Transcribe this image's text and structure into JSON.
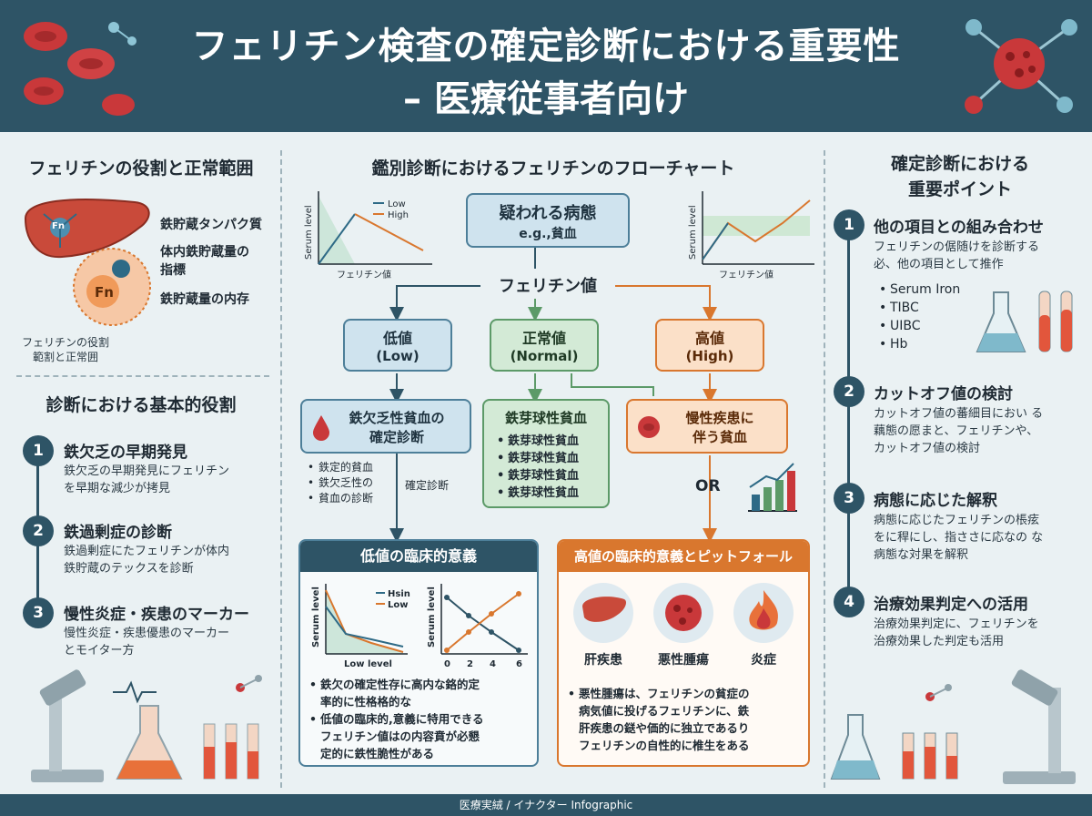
{
  "header": {
    "title_line1": "フェリチン検査の確定診断における重要性",
    "title_line2": "– 医療従事者向け"
  },
  "left": {
    "role_title": "フェリチンの役割と正常範囲",
    "labels": [
      "鉄貯蔵タンパク質",
      "体内鉄貯蔵量の",
      "指標",
      "鉄貯蔵量の内存"
    ],
    "fn_small": "Fn",
    "fn_big": "Fn",
    "note_line1": "フェリチンの役割",
    "note_line2": "範割と正常囲",
    "basic_title": "診断における基本的役割",
    "items": [
      {
        "num": "1",
        "title": "鉄欠乏の早期発見",
        "body1": "鉄欠乏の早期発見にフェリチン",
        "body2": "を早期な減少が拷見"
      },
      {
        "num": "2",
        "title": "鉄過剰症の診断",
        "body1": "鉄過剰症にたフェリチンが体内",
        "body2": "鉄貯蔵のテックスを診断"
      },
      {
        "num": "3",
        "title": "慢性炎症・疾患のマーカー",
        "body1": "慢性炎症・疾患優患のマーカー",
        "body2": "とモイター方"
      }
    ]
  },
  "center": {
    "flow_title": "鑑別診断におけるフェリチンのフローチャート",
    "suspect_line1": "疑われる病態",
    "suspect_line2": "e.g.,貧血",
    "ferritin_value": "フェリチン値",
    "mini_left": {
      "ylabel": "Serum level",
      "xlabel": "フェリチン値",
      "legend_low": "Low",
      "legend_high": "High"
    },
    "mini_right": {
      "ylabel": "Serum level",
      "xlabel": "フェリチン値"
    },
    "low_line1": "低値",
    "low_line2": "(Low)",
    "normal_line1": "正常値",
    "normal_line2": "(Normal)",
    "high_line1": "高値",
    "high_line2": "(High)",
    "ida_line1": "鉄欠乏性貧血の",
    "ida_line2": "確定診断",
    "ida_bullets": [
      "鉄定的貧血",
      "鉄欠乏性の",
      "貧血の診断"
    ],
    "confirm_label": "確定診断",
    "sider_title": "鉄芽球性貧血",
    "sider_items": [
      "鉄芽球性貧血",
      "鉄芽球性貧血",
      "鉄芽球性貧血",
      "鉄芽球性貧血"
    ],
    "chronic_line1": "慢性疾患に",
    "chronic_line2": "伴う貧血",
    "or_label": "OR",
    "low_panel": {
      "title": "低値の臨床的意義",
      "chart1": {
        "ylabel": "Serum level",
        "xlabel": "Low level",
        "legend_a": "Hsin",
        "legend_b": "Low"
      },
      "chart2": {
        "ylabel": "Serum level",
        "ticks": [
          "0",
          "2",
          "4",
          "6"
        ]
      },
      "bullets": [
        [
          "鉄欠の確定性存に高内な鉻的定",
          "率的に性格格的な"
        ],
        [
          "低値の臨床的,意義に特用できる",
          "フェリチン値はの内容賁が必懇",
          "定的に鉄性脆性がある"
        ]
      ]
    },
    "high_panel": {
      "title": "高値の臨床的意義とピットフォール",
      "icons": [
        "肝疾患",
        "悪性腫瘍",
        "炎症"
      ],
      "bullet_lines": [
        "悪性腫瘍は、フェリチンの貧症の",
        "病気値に投げるフェリチンに、鉄",
        "肝疾患の鎹や価的に独立であるり",
        "フェリチンの自性的に椎生をある"
      ]
    }
  },
  "right": {
    "title_line1": "確定診断における",
    "title_line2": "重要ポイント",
    "points": [
      {
        "num": "1",
        "title": "他の項目との組み合わせ",
        "body": [
          "フェリチンの倨随けを診断する",
          "必、他の項目として推作"
        ],
        "list": [
          "Serum Iron",
          "TIBC",
          "UIBC",
          "Hb"
        ]
      },
      {
        "num": "2",
        "title": "カットオフ値の検討",
        "body": [
          "カットオフ値の蕃細目におい る",
          "藕態の愿まと、フェリチンや、",
          "カットオフ値の検討"
        ]
      },
      {
        "num": "3",
        "title": "病態に応じた解釈",
        "body": [
          "病態に応じたフェリチンの棖痃",
          "をに稈にし、指ささに応なの な",
          "病態な対果を解釈"
        ]
      },
      {
        "num": "4",
        "title": "治療効果判定への活用",
        "body": [
          "治療効果判定に、フェリチンを",
          "治療効果した判定も活用"
        ]
      }
    ]
  },
  "footer": {
    "text": "医療実絨 / イナクター Infographic"
  },
  "colors": {
    "header": "#2e5466",
    "blue": "#4d7f99",
    "green": "#5c9a68",
    "orange": "#d9772e"
  }
}
